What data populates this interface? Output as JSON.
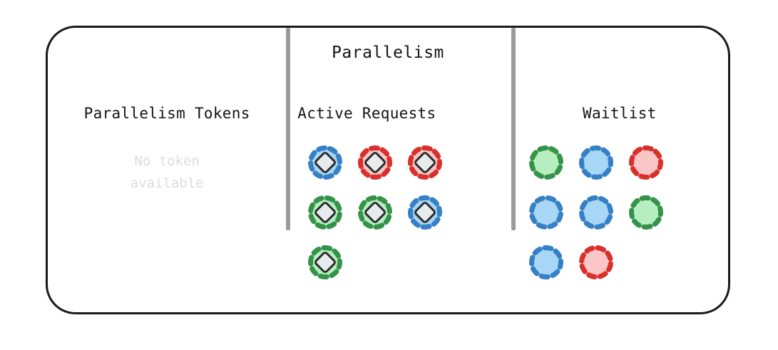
{
  "diagram": {
    "title": "Parallelism",
    "colors": {
      "blue_ring": "#3580c6",
      "blue_fill": "#a8d6f5",
      "red_ring": "#d9302c",
      "red_fill": "#fac6c6",
      "green_ring": "#359349",
      "green_fill": "#b6eec0",
      "diamond_stroke": "#2b2b2b",
      "diamond_fill": "#e7ebee",
      "divider": "#9b9b9b",
      "border": "#1a1a1a",
      "placeholder_text": "#dcdcdc"
    }
  },
  "columns": [
    {
      "id": "parallelism-tokens",
      "header": "Parallelism Tokens",
      "empty_message_line1": "No token",
      "empty_message_line2": "available",
      "nodes": []
    },
    {
      "id": "active-requests",
      "header": "Active Requests",
      "node_type": "token-holding-request",
      "nodes": [
        {
          "color": "blue",
          "has_token": true
        },
        {
          "color": "red",
          "has_token": true
        },
        {
          "color": "red",
          "has_token": true
        },
        {
          "color": "green",
          "has_token": true
        },
        {
          "color": "green",
          "has_token": true
        },
        {
          "color": "blue",
          "has_token": true
        },
        {
          "color": "green",
          "has_token": true
        }
      ]
    },
    {
      "id": "waitlist",
      "header": "Waitlist",
      "node_type": "queued-request",
      "nodes": [
        {
          "color": "green",
          "has_token": false
        },
        {
          "color": "blue",
          "has_token": false
        },
        {
          "color": "red",
          "has_token": false
        },
        {
          "color": "blue",
          "has_token": false
        },
        {
          "color": "blue",
          "has_token": false
        },
        {
          "color": "green",
          "has_token": false
        },
        {
          "color": "blue",
          "has_token": false
        },
        {
          "color": "red",
          "has_token": false
        }
      ]
    }
  ],
  "counts": {
    "active_requests": 7,
    "waitlist": 8,
    "available_tokens": 0
  }
}
